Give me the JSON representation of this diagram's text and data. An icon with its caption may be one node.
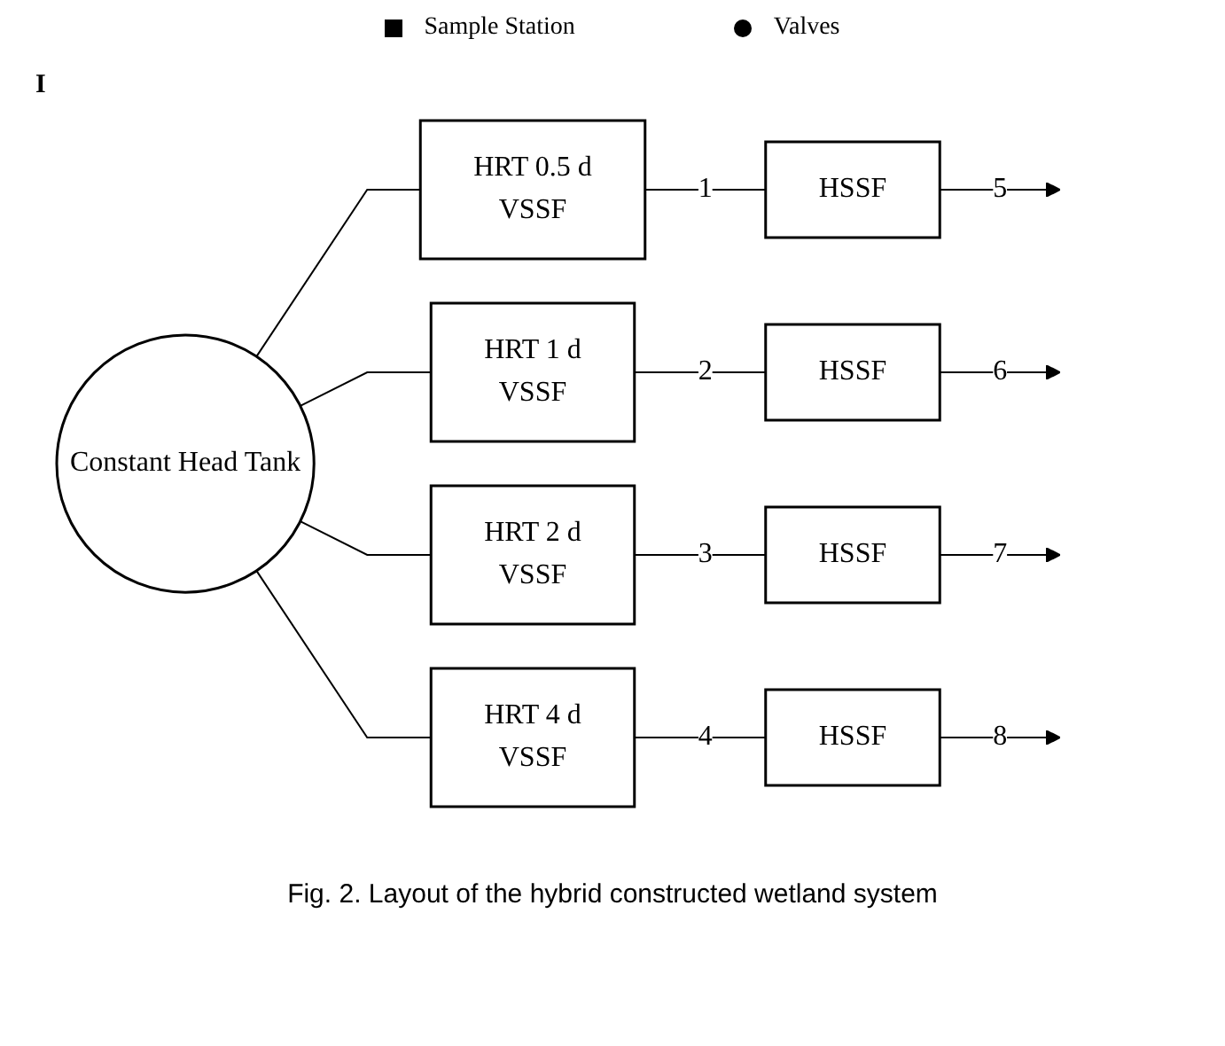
{
  "diagram": {
    "caption": "Fig. 2. Layout of the hybrid constructed wetland system",
    "nodes": [
      {
        "text": [
          "Constant Head Tank"
        ]
      },
      {
        "text": [
          "HRT 0.5 d",
          "VSSF"
        ]
      },
      {
        "text": [
          "HRT 1 d",
          "VSSF"
        ]
      },
      {
        "text": [
          "HRT 2 d",
          "VSSF"
        ]
      },
      {
        "text": [
          "HRT 4 d",
          "VSSF"
        ]
      },
      {
        "text": [
          "HSSF"
        ]
      },
      {
        "text": [
          "HSSF"
        ]
      },
      {
        "text": [
          "HSSF"
        ]
      },
      {
        "text": [
          "HSSF"
        ]
      }
    ],
    "edges": [
      {
        "from": 0,
        "to": 1,
        "arrow": "none"
      },
      {
        "from": 0,
        "to": 2,
        "arrow": "none"
      },
      {
        "from": 0,
        "to": 3,
        "arrow": "none"
      },
      {
        "from": 0,
        "to": 4,
        "arrow": "none"
      },
      {
        "from": 1,
        "to": 5,
        "arrow": "none",
        "label": "1"
      },
      {
        "from": 2,
        "to": 6,
        "arrow": "none",
        "label": "2"
      },
      {
        "from": 3,
        "to": 7,
        "arrow": "none",
        "label": "3"
      },
      {
        "from": 4,
        "to": 8,
        "arrow": "none",
        "label": "4"
      },
      {
        "from": 5,
        "to": null,
        "arrow": "to",
        "label": "5"
      },
      {
        "from": 6,
        "to": null,
        "arrow": "to",
        "label": "6"
      },
      {
        "from": 7,
        "to": null,
        "arrow": "to",
        "label": "7"
      },
      {
        "from": 8,
        "to": null,
        "arrow": "to",
        "label": "8"
      }
    ],
    "labels": [
      "I"
    ],
    "legend": [
      {
        "text": "Sample Station"
      },
      {
        "text": "Valves"
      }
    ]
  }
}
